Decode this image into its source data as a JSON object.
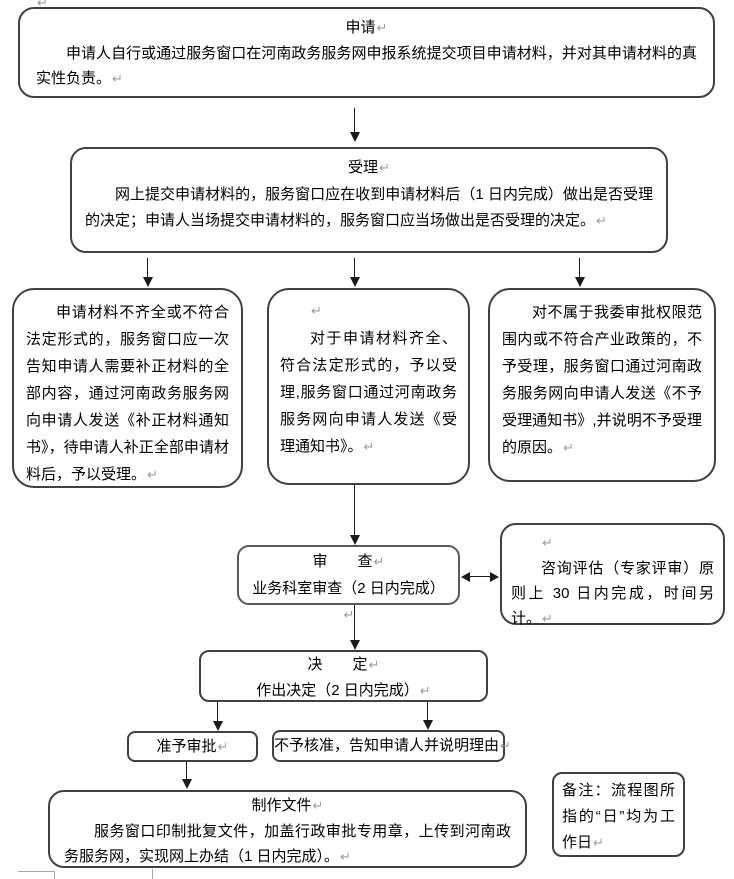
{
  "pilcrow": "↵",
  "colors": {
    "background": "#ffffff",
    "box_border": "#404040",
    "connector": "#1a1a1a",
    "pilcrow_gray": "#9c9c9c"
  },
  "nodes": {
    "apply": {
      "title": "申请",
      "body": "申请人自行或通过服务窗口在河南政务服务网申报系统提交项目申请材料，并对其申请材料的真实性负责。"
    },
    "accept": {
      "title": "受理",
      "body": "网上提交申请材料的，服务窗口应在收到申请材料后（1 日内完成）做出是否受理的决定；申请人当场提交申请材料的，服务窗口应当场做出是否受理的决定。"
    },
    "supplement": {
      "body": "申请材料不齐全或不符合法定形式的，服务窗口应一次告知申请人需要补正材料的全部内容，通过河南政务服务网向申请人发送《补正材料通知书》，待申请人补正全部申请材料后，予以受理。"
    },
    "accepted": {
      "body": "对于申请材料齐全、符合法定形式的，予以受理,服务窗口通过河南政务服务网向申请人发送《受理通知书》。"
    },
    "reject": {
      "body": "对不属于我委审批权限范围内或不符合产业政策的，不予受理，服务窗口通过河南政务服务网向申请人发送《不予受理通知书》,并说明不予受理的原因。"
    },
    "review": {
      "title": "审　　查",
      "body": "业务科室审查（2 日内完成）"
    },
    "consult": {
      "body": "咨询评估（专家评审）原则上 30 日内完成，时间另计。"
    },
    "decision": {
      "title": "决　　定",
      "body": "作出决定（2 日内完成）"
    },
    "approve": {
      "label": "准予审批"
    },
    "deny": {
      "label": "不予核准，告知申请人并说明理由"
    },
    "document": {
      "title": "制作文件",
      "body": "服务窗口印制批复文件，加盖行政审批专用章，上传到河南政务服务网，实现网上办结（1 日内完成）。"
    },
    "note": {
      "body": "备注：流程图所指的“日”均为工作日"
    }
  }
}
